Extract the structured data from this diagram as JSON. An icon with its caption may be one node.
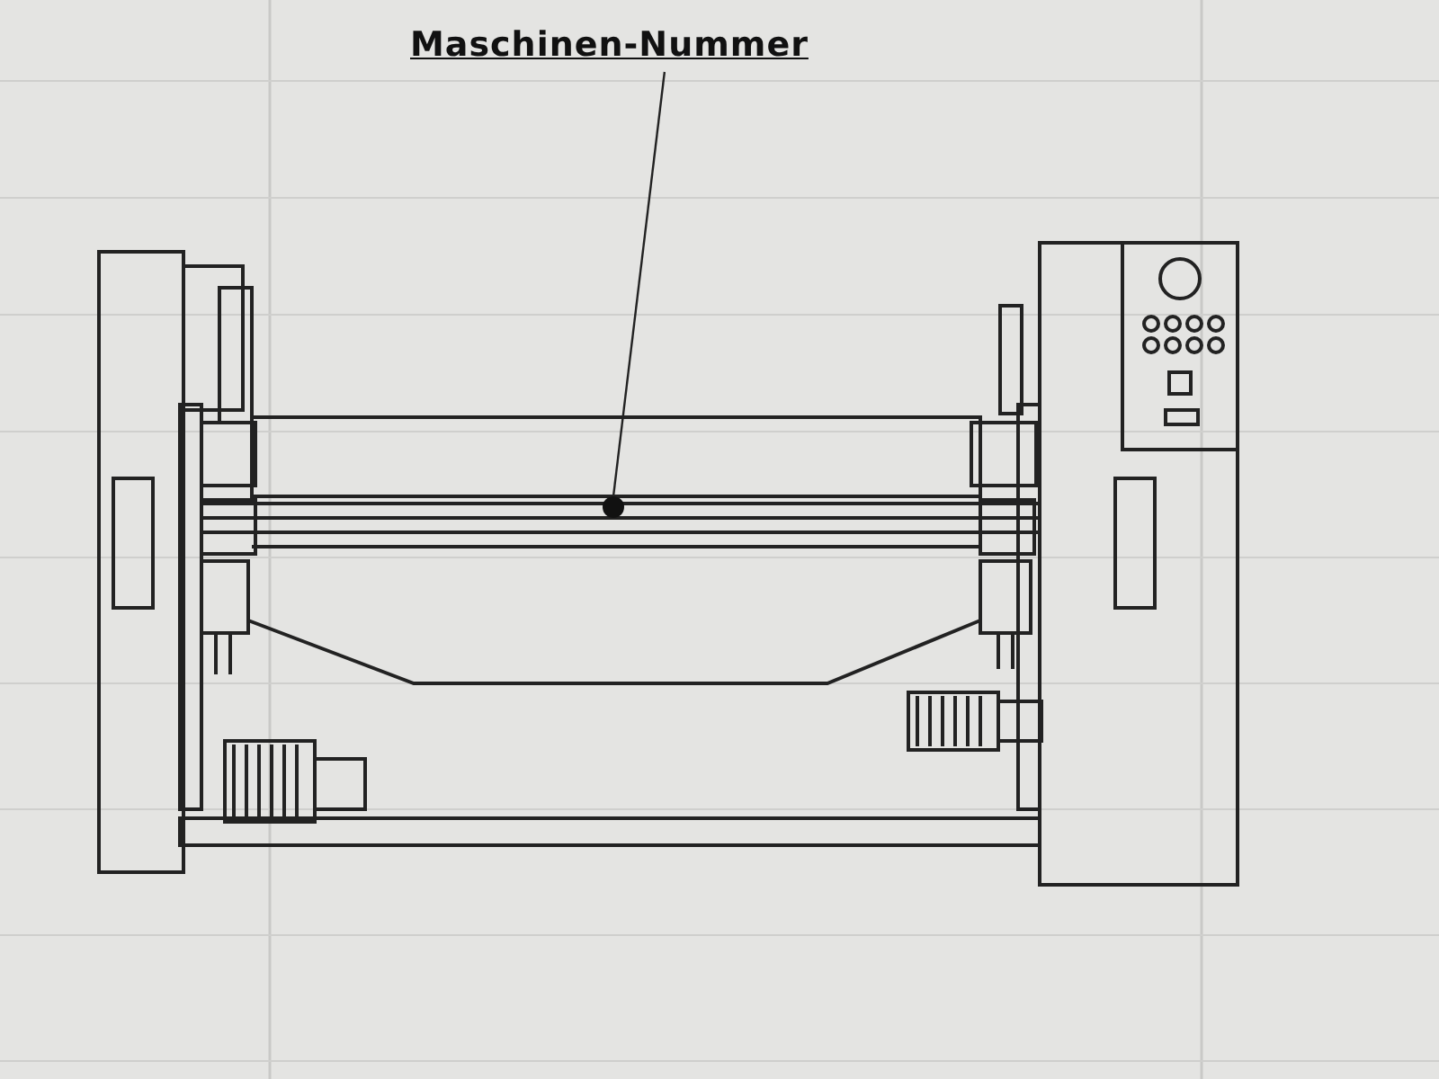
{
  "diagram": {
    "nodes": [
      {
        "text": [
          "Maschinen-Nummer"
        ]
      },
      {
        "text": [],
        "shape": "circle"
      }
    ],
    "edges": [
      {
        "from": 0,
        "to": 1,
        "arrow": "none"
      }
    ]
  }
}
